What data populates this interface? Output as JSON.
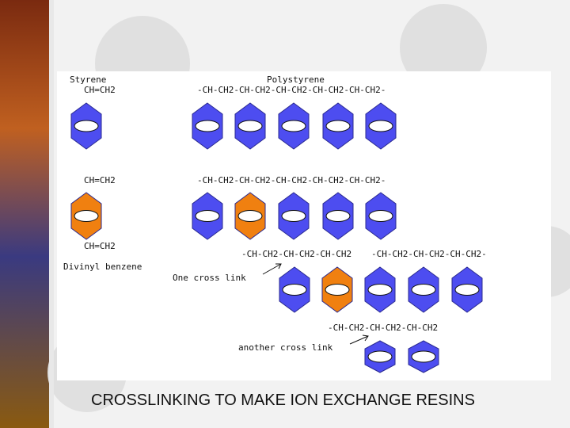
{
  "diagram": {
    "styrene": {
      "label": "Styrene",
      "formula": "CH=CH2"
    },
    "polystyrene": {
      "label": "Polystyrene",
      "chain_top": "-CH-CH2-CH-CH2-CH-CH2-CH-CH2-CH-CH2-",
      "chain_middle": "-CH-CH2-CH-CH2-CH-CH2-CH-CH2-CH-CH2-"
    },
    "divinyl": {
      "label": "Divinyl benzene",
      "formula_top": "CH=CH2",
      "formula_bottom": "CH=CH2"
    },
    "cross_link_1": {
      "label": "One cross link",
      "chain_left": "-CH-CH2-CH-CH2-CH-CH2",
      "chain_right": "-CH-CH2-CH-CH2-CH-CH2-"
    },
    "cross_link_2": {
      "label": "another cross link",
      "chain": "-CH-CH2-CH-CH2-CH-CH2"
    },
    "colors": {
      "ring": "#4d4df0",
      "ring_stroke": "#2a2a90",
      "crosslinker": "#f08010",
      "inner": "#ffffff"
    }
  },
  "footer": {
    "title": "CROSSLINKING TO MAKE ION EXCHANGE RESINS"
  }
}
